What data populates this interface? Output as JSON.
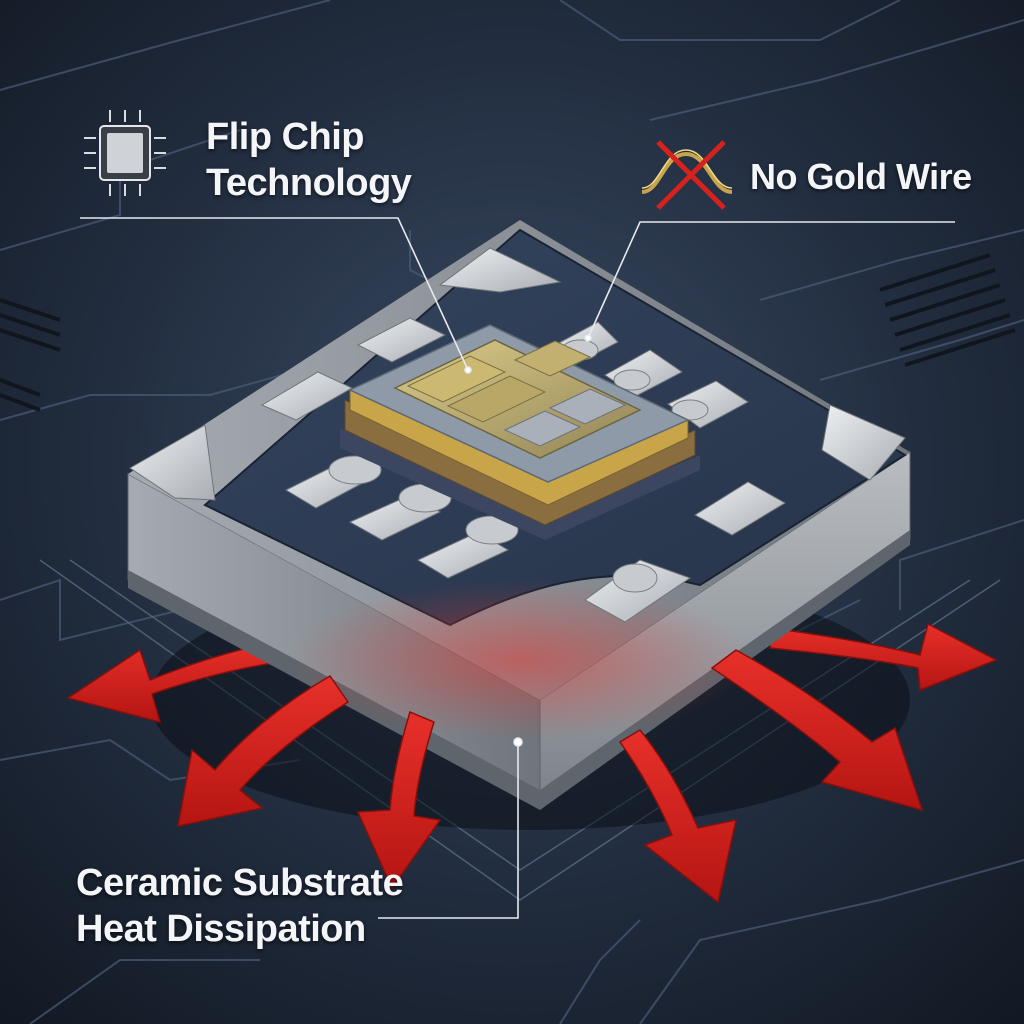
{
  "callouts": {
    "flip_chip": {
      "line1": "Flip Chip",
      "line2": "Technology",
      "icon": "chip-icon"
    },
    "no_gold_wire": {
      "text": "No Gold Wire",
      "icon": "no-gold-wire-icon"
    },
    "ceramic": {
      "line1": "Ceramic Substrate",
      "line2": "Heat Dissipation"
    }
  },
  "colors": {
    "background": "#1b2433",
    "arrow_red": "#d6221d",
    "text": "#f3f5f8",
    "substrate": "#9aa0a6",
    "board_top": "#2c3a52",
    "gold": "#c9a54a"
  }
}
